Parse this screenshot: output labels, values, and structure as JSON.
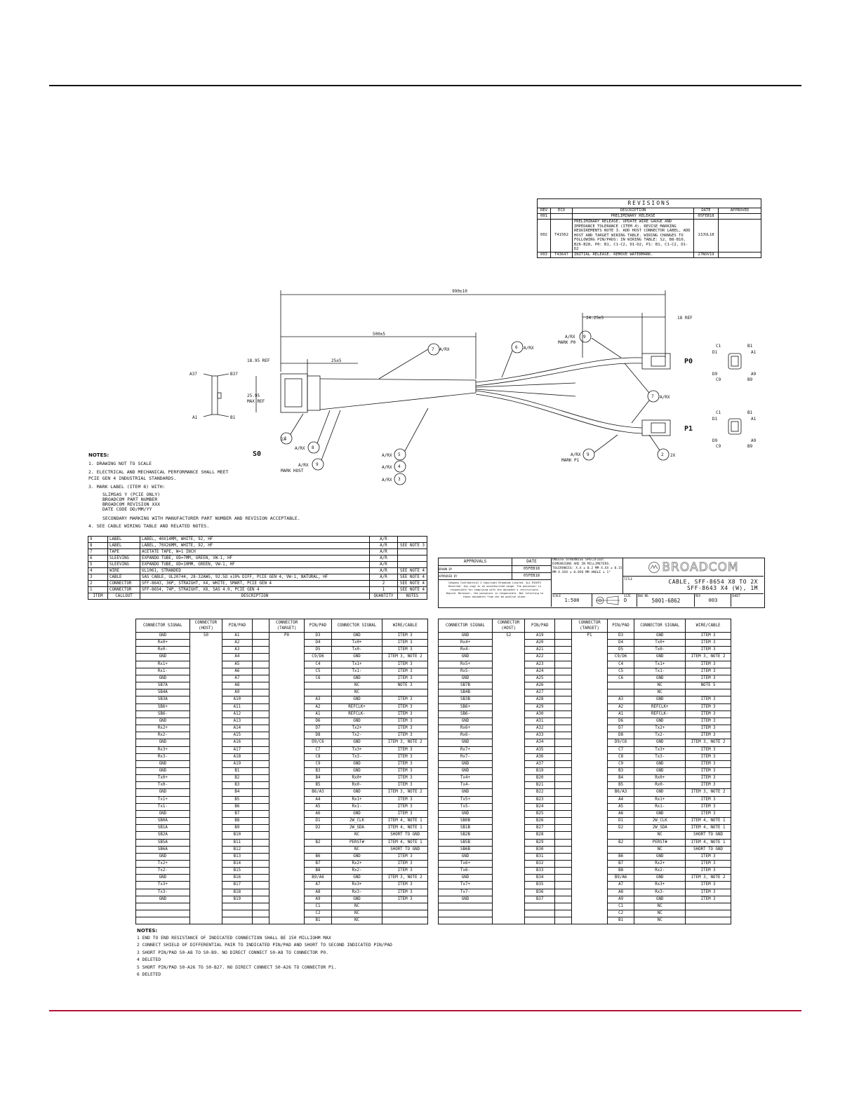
{
  "revisions": {
    "title": "REVISIONS",
    "headers": [
      "REV",
      "ECO",
      "DESCRIPTION",
      "DATE",
      "APPROVED"
    ],
    "rows": [
      [
        "001",
        "",
        "PRELIMINARY RELEASE",
        "05FEB18",
        ""
      ],
      [
        "002",
        "T41562",
        "PRELIMINARY RELEASE. UPDATE WIRE GAUGE AND IMPEDANCE TOLERANCE (ITEM 4). REVISE MARKING REQUIREMENTS NOTE 3. ADD HOST CONNECTOR LABEL, ADD HOST AND TARGET WIRING TABLE. WIRING CHANGES TO FOLLOWING PIN/PADS: IN WIRING TABLE: S2, B8-B10, B26-B28, P0: B1, C1-C2, D1-D2, P1: B1, C1-C2, D1-D2",
        "13JUL18",
        ""
      ],
      [
        "003",
        "T43647",
        "INITIAL RELEASE. REMOVE WATERMARK.",
        "27NOV19",
        ""
      ]
    ]
  },
  "drawing": {
    "overall_length": "990±10",
    "branch_length": "500±5",
    "breakout_length": "24.25±5",
    "ref_p": "18 REF",
    "s0_ref_length": "18.95 REF",
    "s0_seg": "25±5",
    "s0_width": "25.95",
    "max_ref": "MAX REF",
    "pin_a37": "A37",
    "pin_b37": "B37",
    "pin_a1": "A1",
    "pin_b1": "B1",
    "label_p0": "P0",
    "label_p1": "P1",
    "label_s0": "S0",
    "ar": "A/R",
    "ar_x": "A/RX",
    "mark_p0": "MARK P0",
    "mark_p1": "MARK P1",
    "mark_host": "MARK HOST",
    "balloon_7": "7",
    "balloon_6": "6",
    "balloon_9": "9",
    "balloon_1": "1",
    "balloon_8": "8",
    "balloon_5": "5",
    "balloon_4": "4",
    "balloon_3": "3",
    "balloon_2": "2",
    "qty_1x": "1X",
    "qty_2x": "2X",
    "end_c1": "C1",
    "end_b1": "B1",
    "end_d1": "D1",
    "end_a1": "A1",
    "end_d9": "D9",
    "end_a9": "A9",
    "end_c9": "C9",
    "end_b9": "B9"
  },
  "notes": {
    "title": "NOTES:",
    "items": [
      "1.  DRAWING NOT TO SCALE",
      "2.  ELECTRICAL AND MECHANICAL PERFORMANCE SHALL MEET PCIE GEN 4 INDUSTRIAL STANDARDS.",
      "3.  MARK LABEL (ITEM 8) WITH:",
      "4.  SEE CABLE WIRING TABLE AND RELATED NOTES."
    ],
    "mark_lines": [
      "SLIMSAS Y (PCIE ONLY)",
      "BROADCOM PART NUMBER",
      "BROADCOM REVISION XXX",
      "DATE CODE DD/MM/YY"
    ],
    "secondary": "SECONDARY MARKING WITH MANUFACTURER PART NUMBER AND REVISION ACCEPTABLE."
  },
  "bom": {
    "rows": [
      [
        "9",
        "LABEL",
        "LABEL, 40X14MM, WHITE, 92, HF",
        "A/R",
        ""
      ],
      [
        "8",
        "LABEL",
        "LABEL, 70X26MM, WHITE, 92, HF",
        "A/R",
        "SEE NOTE 3"
      ],
      [
        "7",
        "TAPE",
        "ACETATE TAPE, W=1 INCH",
        "A/R",
        ""
      ],
      [
        "6",
        "SLEEVING",
        "EXPANDO TUBE, OD=7MM, GREEN, VW-1, HF",
        "A/R",
        ""
      ],
      [
        "5",
        "SLEEVING",
        "EXPANDO TUBE, OD=10MM, GREEN, VW-1, HF",
        "A/R",
        ""
      ],
      [
        "4",
        "WIRE",
        "UL1061, STRANDED",
        "A/R",
        "SEE NOTE 4"
      ],
      [
        "3",
        "CABLE",
        "SAS CABLE, UL20744, 28-32AWG, 92.5Ω ±10% DIFF, PCIE GEN 4, VW-1, NATURAL, HF",
        "A/R",
        "SEE NOTE 4"
      ],
      [
        "2",
        "CONNECTOR",
        "SFF-8643, 36P, STRAIGHT, X4, WHITE, SMART, PCIE GEN 4",
        "2",
        "SEE NOTE 4"
      ],
      [
        "1",
        "CONNECTOR",
        "SFF-8654, 74P, STRAIGHT, X8, SAS 4.0, PCIE GEN 4",
        "1",
        "SEE NOTE 4"
      ]
    ],
    "headers": [
      "ITEM",
      "CALLOUT",
      "DESCRIPTION",
      "QUANTITY",
      "NOTES"
    ]
  },
  "titleblock": {
    "approvals": "APPROVALS",
    "date": "DATE",
    "drawn_by": "DRAWN BY",
    "approved_by": "APPROVED BY",
    "drawn_date": "05FEB18",
    "approved_date": "05FEB18",
    "confidential": "Company Confidential © Copyright Broadcom Limited. ALL RIGHTS Reserved. Any copy in an unauthorized usage. The possessor is responsible for complying with the document's restrictions. Reprod. Moreover, the possessor is responsible. Not returning to those documents from the be publish alone.",
    "tolerances": "UNLESS OTHERWISE SPECIFIED: DIMENSIONS ARE IN MILLIMETERS. TOLERANCES: X.X ± 0.2 MM  X.XX ± 0.15 MM  X.XXX ± 0.050 MM  ANGLE ± 1°",
    "scale_label": "SCALE",
    "scale": "1:500",
    "brand": "BROADCOM",
    "title_label": "TITLE",
    "title_l1": "CABLE, SFF-8654 X8 TO 2X",
    "title_l2": "SFF-8643 X4 (W), 1M",
    "size_label": "SIZE",
    "size": "D",
    "dwg_label": "DWG NO.",
    "dwg": "5001-6862",
    "rev_label": "REV",
    "rev": "003",
    "sheet_label": "SHEET"
  },
  "wiring": {
    "headers": [
      "CONNECTOR SIGNAL",
      "CONNECTOR (HOST)",
      "PIN/PAD",
      "",
      "CONNECTOR (TARGET)",
      "PIN/PAD",
      "CONNECTOR SIGNAL",
      "WIRE/CABLE"
    ],
    "left": {
      "host": "S0",
      "target": "P0",
      "rows": [
        [
          "GND",
          "A1",
          "D3",
          "GND",
          "ITEM 3"
        ],
        [
          "Rx0+",
          "A2",
          "D4",
          "Tx0+",
          "ITEM 3"
        ],
        [
          "Rx0-",
          "A3",
          "D5",
          "Tx0-",
          "ITEM 3"
        ],
        [
          "GND",
          "A4",
          "C9/D6",
          "GND",
          "ITEM 3, NOTE 2"
        ],
        [
          "Rx1+",
          "A5",
          "C4",
          "Tx1+",
          "ITEM 3"
        ],
        [
          "Rx1-",
          "A6",
          "C5",
          "Tx1-",
          "ITEM 3"
        ],
        [
          "GND",
          "A7",
          "C6",
          "GND",
          "ITEM 3"
        ],
        [
          "SB7A",
          "A8",
          "",
          "NC",
          "NOTE 3"
        ],
        [
          "SB4A",
          "A9",
          "",
          "NC",
          ""
        ],
        [
          "SB3A",
          "A10",
          "A3",
          "GND",
          "ITEM 3"
        ],
        [
          "SB6+",
          "A11",
          "A2",
          "REFCLK+",
          "ITEM 3"
        ],
        [
          "SB6-",
          "A12",
          "A1",
          "REFCLK-",
          "ITEM 3"
        ],
        [
          "GND",
          "A13",
          "D6",
          "GND",
          "ITEM 3"
        ],
        [
          "Rx2+",
          "A14",
          "D7",
          "Tx2+",
          "ITEM 3"
        ],
        [
          "Rx2-",
          "A15",
          "D8",
          "Tx2-",
          "ITEM 3"
        ],
        [
          "GND",
          "A16",
          "D9/C6",
          "GND",
          "ITEM 3, NOTE 2"
        ],
        [
          "Rx3+",
          "A17",
          "C7",
          "Tx3+",
          "ITEM 3"
        ],
        [
          "Rx3-",
          "A18",
          "C8",
          "Tx3-",
          "ITEM 3"
        ],
        [
          "GND",
          "A19",
          "C9",
          "GND",
          "ITEM 3"
        ],
        [
          "GND",
          "B1",
          "B3",
          "GND",
          "ITEM 3"
        ],
        [
          "Tx0+",
          "B2",
          "B4",
          "Rx0+",
          "ITEM 3"
        ],
        [
          "Tx0-",
          "B3",
          "B5",
          "Rx0-",
          "ITEM 3"
        ],
        [
          "GND",
          "B4",
          "B6/A3",
          "GND",
          "ITEM 3, NOTE 2"
        ],
        [
          "Tx1+",
          "B5",
          "A4",
          "Rx1+",
          "ITEM 3"
        ],
        [
          "Tx1-",
          "B6",
          "A5",
          "Rx1-",
          "ITEM 3"
        ],
        [
          "GND",
          "B7",
          "A6",
          "GND",
          "ITEM 3"
        ],
        [
          "SB0A",
          "B8",
          "D1",
          "2W_CLK",
          "ITEM 4, NOTE 1"
        ],
        [
          "SB1A",
          "B9",
          "D2",
          "2W_SDA",
          "ITEM 4, NOTE 1"
        ],
        [
          "SB2A",
          "B10",
          "",
          "NC",
          "SHORT TO GND"
        ],
        [
          "SB5A",
          "B11",
          "B2",
          "PERST#",
          "ITEM 4, NOTE 1"
        ],
        [
          "SB6A",
          "B12",
          "",
          "NC",
          "SHORT TO GND"
        ],
        [
          "GND",
          "B13",
          "B6",
          "GND",
          "ITEM 3"
        ],
        [
          "Tx2+",
          "B14",
          "B7",
          "Rx2+",
          "ITEM 3"
        ],
        [
          "Tx2-",
          "B15",
          "B8",
          "Rx2-",
          "ITEM 3"
        ],
        [
          "GND",
          "B16",
          "B9/A6",
          "GND",
          "ITEM 3, NOTE 2"
        ],
        [
          "Tx3+",
          "B17",
          "A7",
          "Rx3+",
          "ITEM 3"
        ],
        [
          "Tx3-",
          "B18",
          "A8",
          "Rx3-",
          "ITEM 3"
        ],
        [
          "GND",
          "B19",
          "A9",
          "GND",
          "ITEM 3"
        ],
        [
          "",
          "",
          "C1",
          "NC",
          ""
        ],
        [
          "",
          "",
          "C2",
          "NC",
          ""
        ],
        [
          "",
          "",
          "B1",
          "NC",
          ""
        ]
      ]
    },
    "right": {
      "host": "S2",
      "target": "P1",
      "rows": [
        [
          "GND",
          "A19",
          "D3",
          "GND",
          "ITEM 3"
        ],
        [
          "Rx4+",
          "A20",
          "D4",
          "Tx0+",
          "ITEM 3"
        ],
        [
          "Rx4-",
          "A21",
          "D5",
          "Tx0-",
          "ITEM 3"
        ],
        [
          "GND",
          "A22",
          "C9/D6",
          "GND",
          "ITEM 3, NOTE 2"
        ],
        [
          "Rx5+",
          "A23",
          "C4",
          "Tx1+",
          "ITEM 3"
        ],
        [
          "Rx5-",
          "A24",
          "C5",
          "Tx1-",
          "ITEM 3"
        ],
        [
          "GND",
          "A25",
          "C6",
          "GND",
          "ITEM 3"
        ],
        [
          "SB7B",
          "A26",
          "",
          "NC",
          "NOTE 5"
        ],
        [
          "SB4B",
          "A27",
          "",
          "NC",
          ""
        ],
        [
          "SB3B",
          "A28",
          "A3",
          "GND",
          "ITEM 3"
        ],
        [
          "SB6+",
          "A29",
          "A2",
          "REFCLK+",
          "ITEM 3"
        ],
        [
          "SB6-",
          "A30",
          "A1",
          "REFCLK-",
          "ITEM 3"
        ],
        [
          "GND",
          "A31",
          "D6",
          "GND",
          "ITEM 3"
        ],
        [
          "Rx6+",
          "A32",
          "D7",
          "Tx2+",
          "ITEM 3"
        ],
        [
          "Rx6-",
          "A33",
          "D8",
          "Tx2-",
          "ITEM 3"
        ],
        [
          "GND",
          "A34",
          "D9/C6",
          "GND",
          "ITEM 3, NOTE 2"
        ],
        [
          "Rx7+",
          "A35",
          "C7",
          "Tx3+",
          "ITEM 3"
        ],
        [
          "Rx7-",
          "A36",
          "C8",
          "Tx3-",
          "ITEM 3"
        ],
        [
          "GND",
          "A37",
          "C9",
          "GND",
          "ITEM 3"
        ],
        [
          "GND",
          "B19",
          "B3",
          "GND",
          "ITEM 3"
        ],
        [
          "Tx4+",
          "B20",
          "B4",
          "Rx0+",
          "ITEM 3"
        ],
        [
          "Tx4-",
          "B21",
          "B5",
          "Rx0-",
          "ITEM 3"
        ],
        [
          "GND",
          "B22",
          "B6/A3",
          "GND",
          "ITEM 3, NOTE 2"
        ],
        [
          "Tx5+",
          "B23",
          "A4",
          "Rx1+",
          "ITEM 3"
        ],
        [
          "Tx5-",
          "B24",
          "A5",
          "Rx1-",
          "ITEM 3"
        ],
        [
          "GND",
          "B25",
          "A6",
          "GND",
          "ITEM 3"
        ],
        [
          "SB0B",
          "B26",
          "D1",
          "2W_CLK",
          "ITEM 4, NOTE 1"
        ],
        [
          "SB1B",
          "B27",
          "D2",
          "2W_SDA",
          "ITEM 4, NOTE 1"
        ],
        [
          "SB2B",
          "B28",
          "",
          "NC",
          "SHORT TO GND"
        ],
        [
          "SB5B",
          "B29",
          "B2",
          "PERST#",
          "ITEM 4, NOTE 1"
        ],
        [
          "SB6B",
          "B30",
          "",
          "NC",
          "SHORT TO GND"
        ],
        [
          "GND",
          "B31",
          "B6",
          "GND",
          "ITEM 3"
        ],
        [
          "Tx6+",
          "B32",
          "B7",
          "Rx2+",
          "ITEM 3"
        ],
        [
          "Tx6-",
          "B33",
          "B8",
          "Rx2-",
          "ITEM 3"
        ],
        [
          "GND",
          "B34",
          "B9/A6",
          "GND",
          "ITEM 3, NOTE 2"
        ],
        [
          "Tx7+",
          "B35",
          "A7",
          "Rx3+",
          "ITEM 3"
        ],
        [
          "Tx7-",
          "B36",
          "A8",
          "Rx3-",
          "ITEM 3"
        ],
        [
          "GND",
          "B37",
          "A9",
          "GND",
          "ITEM 3"
        ],
        [
          "",
          "",
          "C1",
          "NC",
          ""
        ],
        [
          "",
          "",
          "C2",
          "NC",
          ""
        ],
        [
          "",
          "",
          "B1",
          "NC",
          ""
        ]
      ]
    }
  },
  "bottom_notes": {
    "title": "NOTES:",
    "items": [
      "1   END TO END RESISTANCE OF INDICATED CONNECTION SHALL BE 150 MILLIOHM MAX",
      "2   CONNECT SHIELD OF DIFFERENTIAL PAIR TO INDICATED PIN/PAD AND SHORT TO SECOND INDICATED PIN/PAD",
      "3   SHORT PIN/PAD S0-A8 TO S0-B9.  NO DIRECT CONNECT S0-A8 TO CONNECTOR P0.",
      "4   DELETED",
      "5   SHORT PIN/PAD S0-A26 TO S0-B27.  NO DIRECT CONNECT S0-A26 TO CONNECTOR P1.",
      "6   DELETED"
    ]
  }
}
